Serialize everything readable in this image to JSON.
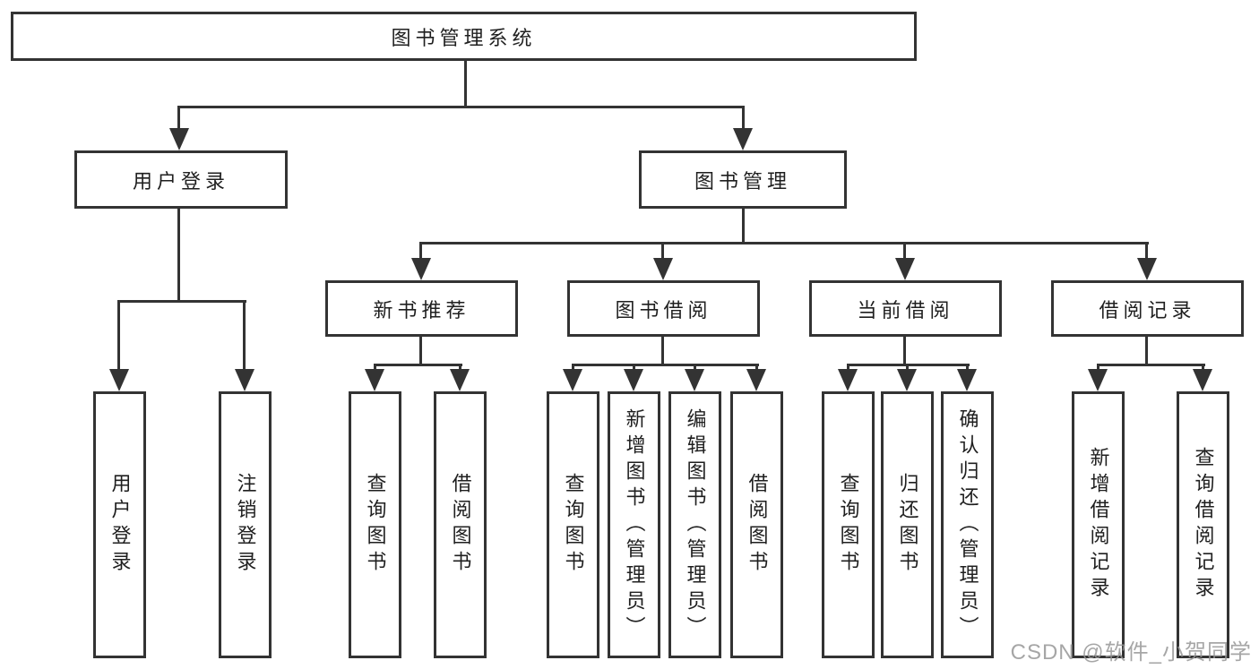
{
  "nodes": {
    "root": "图书管理系统",
    "level2": {
      "user_login": "用户登录",
      "book_management": "图书管理"
    },
    "level3": {
      "new_book_recommend": "新书推荐",
      "book_borrowing": "图书借阅",
      "current_borrowing": "当前借阅",
      "borrowing_records": "借阅记录"
    },
    "leaves": {
      "user_login": [
        "用户登录",
        "注销登录"
      ],
      "new_book_recommend": [
        "查询图书",
        "借阅图书"
      ],
      "book_borrowing": [
        "查询图书",
        "新增图书（管理员）",
        "编辑图书（管理员）",
        "借阅图书"
      ],
      "current_borrowing": [
        "查询图书",
        "归还图书",
        "确认归还（管理员）"
      ],
      "borrowing_records": [
        "新增借阅记录",
        "查询借阅记录"
      ]
    }
  },
  "watermark": "CSDN @软件_小贺同学",
  "colors": {
    "line": "#333333",
    "text": "#1f1f1f",
    "watermark": "#969696",
    "background": "#ffffff"
  }
}
